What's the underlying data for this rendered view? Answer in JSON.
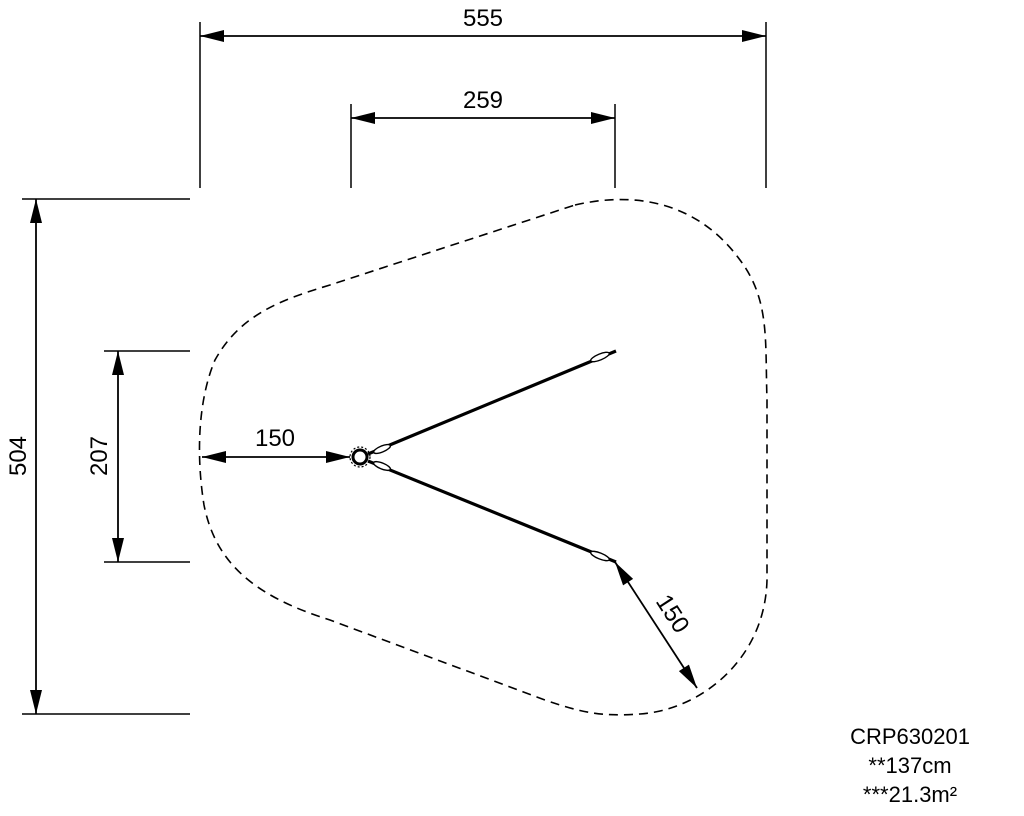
{
  "dimensions": {
    "overall_width": "555",
    "inner_width": "259",
    "overall_depth": "504",
    "inner_depth": "207",
    "left_clearance": "150",
    "end_clearance": "150"
  },
  "info": {
    "product_code": "CRP630201",
    "height": "**137cm",
    "area": "***21.3m²"
  },
  "colors": {
    "line": "#000000",
    "background": "#ffffff"
  }
}
